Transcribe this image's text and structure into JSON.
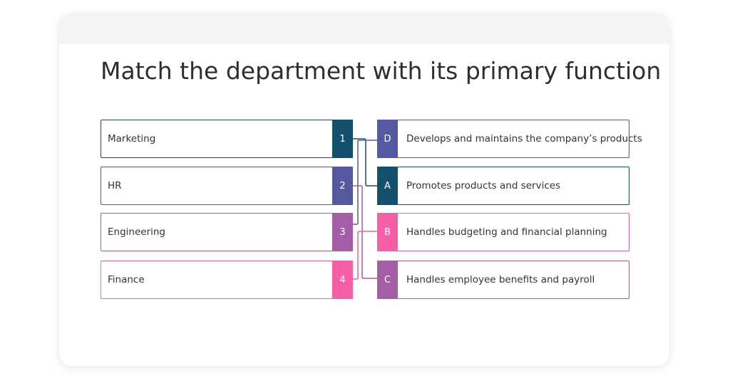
{
  "title": "Match the department with its primary function",
  "colors": {
    "c1": "#12506e",
    "c2": "#5559a1",
    "c3": "#a35ea6",
    "c4": "#f65ea6"
  },
  "left_items": [
    {
      "number": "1",
      "label": "Marketing"
    },
    {
      "number": "2",
      "label": "HR"
    },
    {
      "number": "3",
      "label": "Engineering"
    },
    {
      "number": "4",
      "label": "Finance"
    }
  ],
  "right_items": [
    {
      "letter": "D",
      "label": "Develops and maintains the company’s products"
    },
    {
      "letter": "A",
      "label": "Promotes products and services"
    },
    {
      "letter": "B",
      "label": "Handles budgeting and financial planning"
    },
    {
      "letter": "C",
      "label": "Handles employee benefits and payroll"
    }
  ]
}
